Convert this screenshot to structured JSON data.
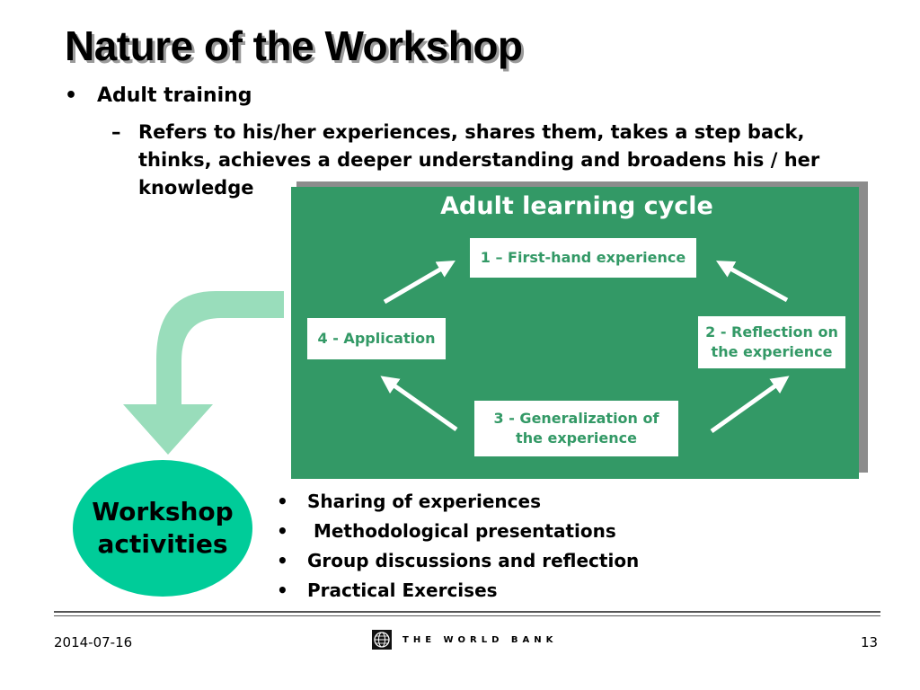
{
  "slide": {
    "title": "Nature of the Workshop",
    "bullet": "•",
    "dash": "–",
    "bullet1": "Adult training",
    "sub1": "Refers to his/her experiences, shares them, takes a step back, thinks, achieves a deeper understanding and broadens his / her knowledge"
  },
  "cycle": {
    "title": "Adult learning cycle",
    "step1": "1 – First-hand experience",
    "step2_line1": "2 -  Reflection on",
    "step2_line2": "the experience",
    "step3_line1": "3 -  Generalization of",
    "step3_line2": "the experience",
    "step4": "4 - Application"
  },
  "workshop": {
    "line1": "Workshop",
    "line2": "activities",
    "items": [
      "Sharing of experiences",
      " Methodological presentations",
      "Group discussions and reflection",
      "Practical Exercises"
    ]
  },
  "footer": {
    "date": "2014-07-16",
    "org": "THE WORLD BANK",
    "page": "13"
  },
  "colors": {
    "cycle_green": "#339966",
    "ellipse_green": "#00cc99",
    "arrow_light_green": "#99ddbb"
  }
}
